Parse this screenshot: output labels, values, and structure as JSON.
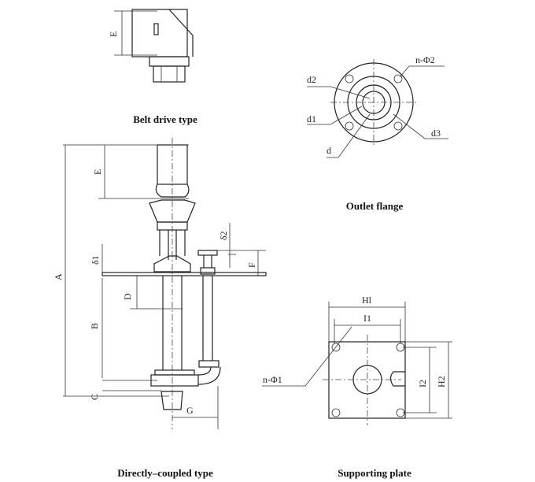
{
  "captions": {
    "belt_drive": "Belt drive type",
    "outlet_flange": "Outlet flange",
    "directly_coupled": "Directly–coupled type",
    "supporting_plate": "Supporting plate"
  },
  "belt_labels": {
    "E": "E"
  },
  "pump_labels": {
    "A": "A",
    "E": "E",
    "B": "B",
    "C": "C",
    "D": "D",
    "F": "F",
    "G": "G",
    "delta1": "δ1",
    "delta2": "δ2"
  },
  "flange_labels": {
    "n_phi2": "n-Φ2",
    "d2": "d2",
    "d1": "d1",
    "d3": "d3",
    "d": "d"
  },
  "plate_labels": {
    "Hl": "Hl",
    "I1": "I1",
    "I2": "I2",
    "H2": "H2",
    "n_phi1": "n-Φ1"
  }
}
